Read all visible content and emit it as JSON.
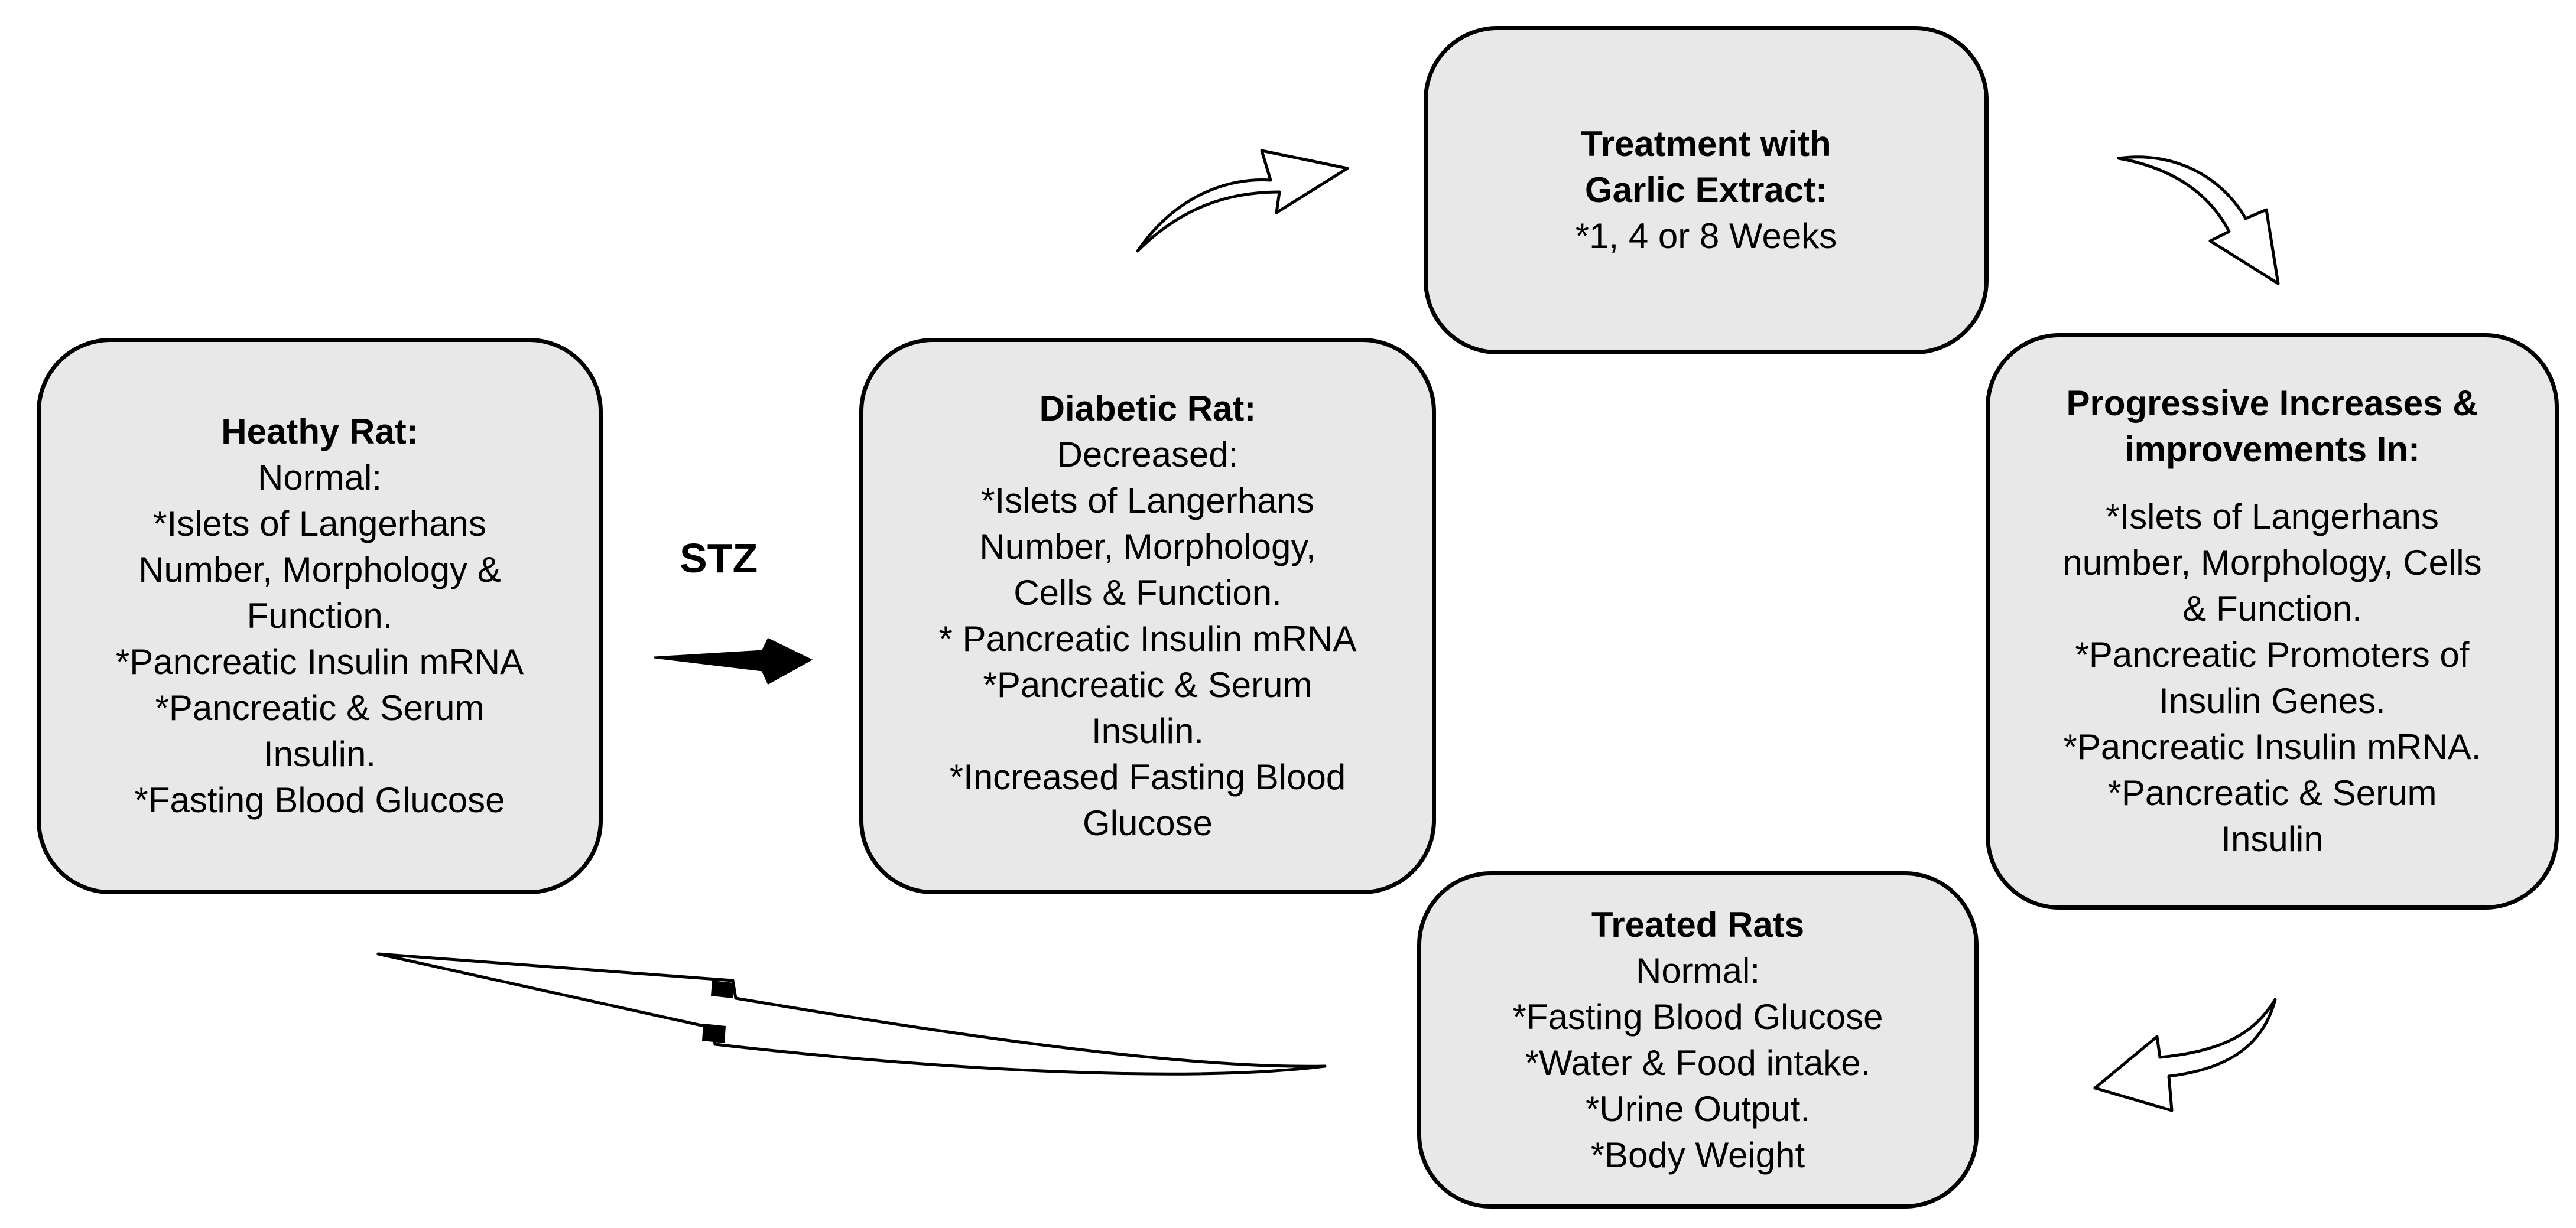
{
  "label_stz": "STZ",
  "colors": {
    "box_fill": "#e8e8e8",
    "border": "#000000",
    "arrow_fill": "#ffffff"
  },
  "boxes": {
    "healthy": {
      "title": "Heathy Rat:",
      "lines": [
        "Normal:",
        "*Islets of Langerhans",
        "Number, Morphology &",
        "Function.",
        "*Pancreatic Insulin mRNA",
        "*Pancreatic & Serum",
        "Insulin.",
        "*Fasting Blood Glucose"
      ]
    },
    "diabetic": {
      "title": "Diabetic Rat:",
      "lines": [
        "Decreased:",
        "*Islets of Langerhans",
        "Number, Morphology,",
        "Cells & Function.",
        "* Pancreatic Insulin mRNA",
        "*Pancreatic & Serum",
        "Insulin.",
        "*Increased Fasting Blood",
        "Glucose"
      ]
    },
    "treatment": {
      "title_lines": [
        "Treatment with",
        "Garlic Extract:"
      ],
      "lines": [
        "*1,  4 or 8 Weeks"
      ]
    },
    "progress": {
      "title_lines": [
        "Progressive Increases &",
        "improvements In:"
      ],
      "lines": [
        "*Islets of Langerhans",
        "number, Morphology, Cells",
        "& Function.",
        "*Pancreatic Promoters of",
        "Insulin Genes.",
        "*Pancreatic Insulin mRNA.",
        "*Pancreatic & Serum",
        "Insulin"
      ]
    },
    "treated": {
      "title": "Treated Rats",
      "lines": [
        "Normal:",
        "*Fasting Blood Glucose",
        "*Water & Food intake.",
        "*Urine Output.",
        "*Body Weight"
      ]
    }
  }
}
